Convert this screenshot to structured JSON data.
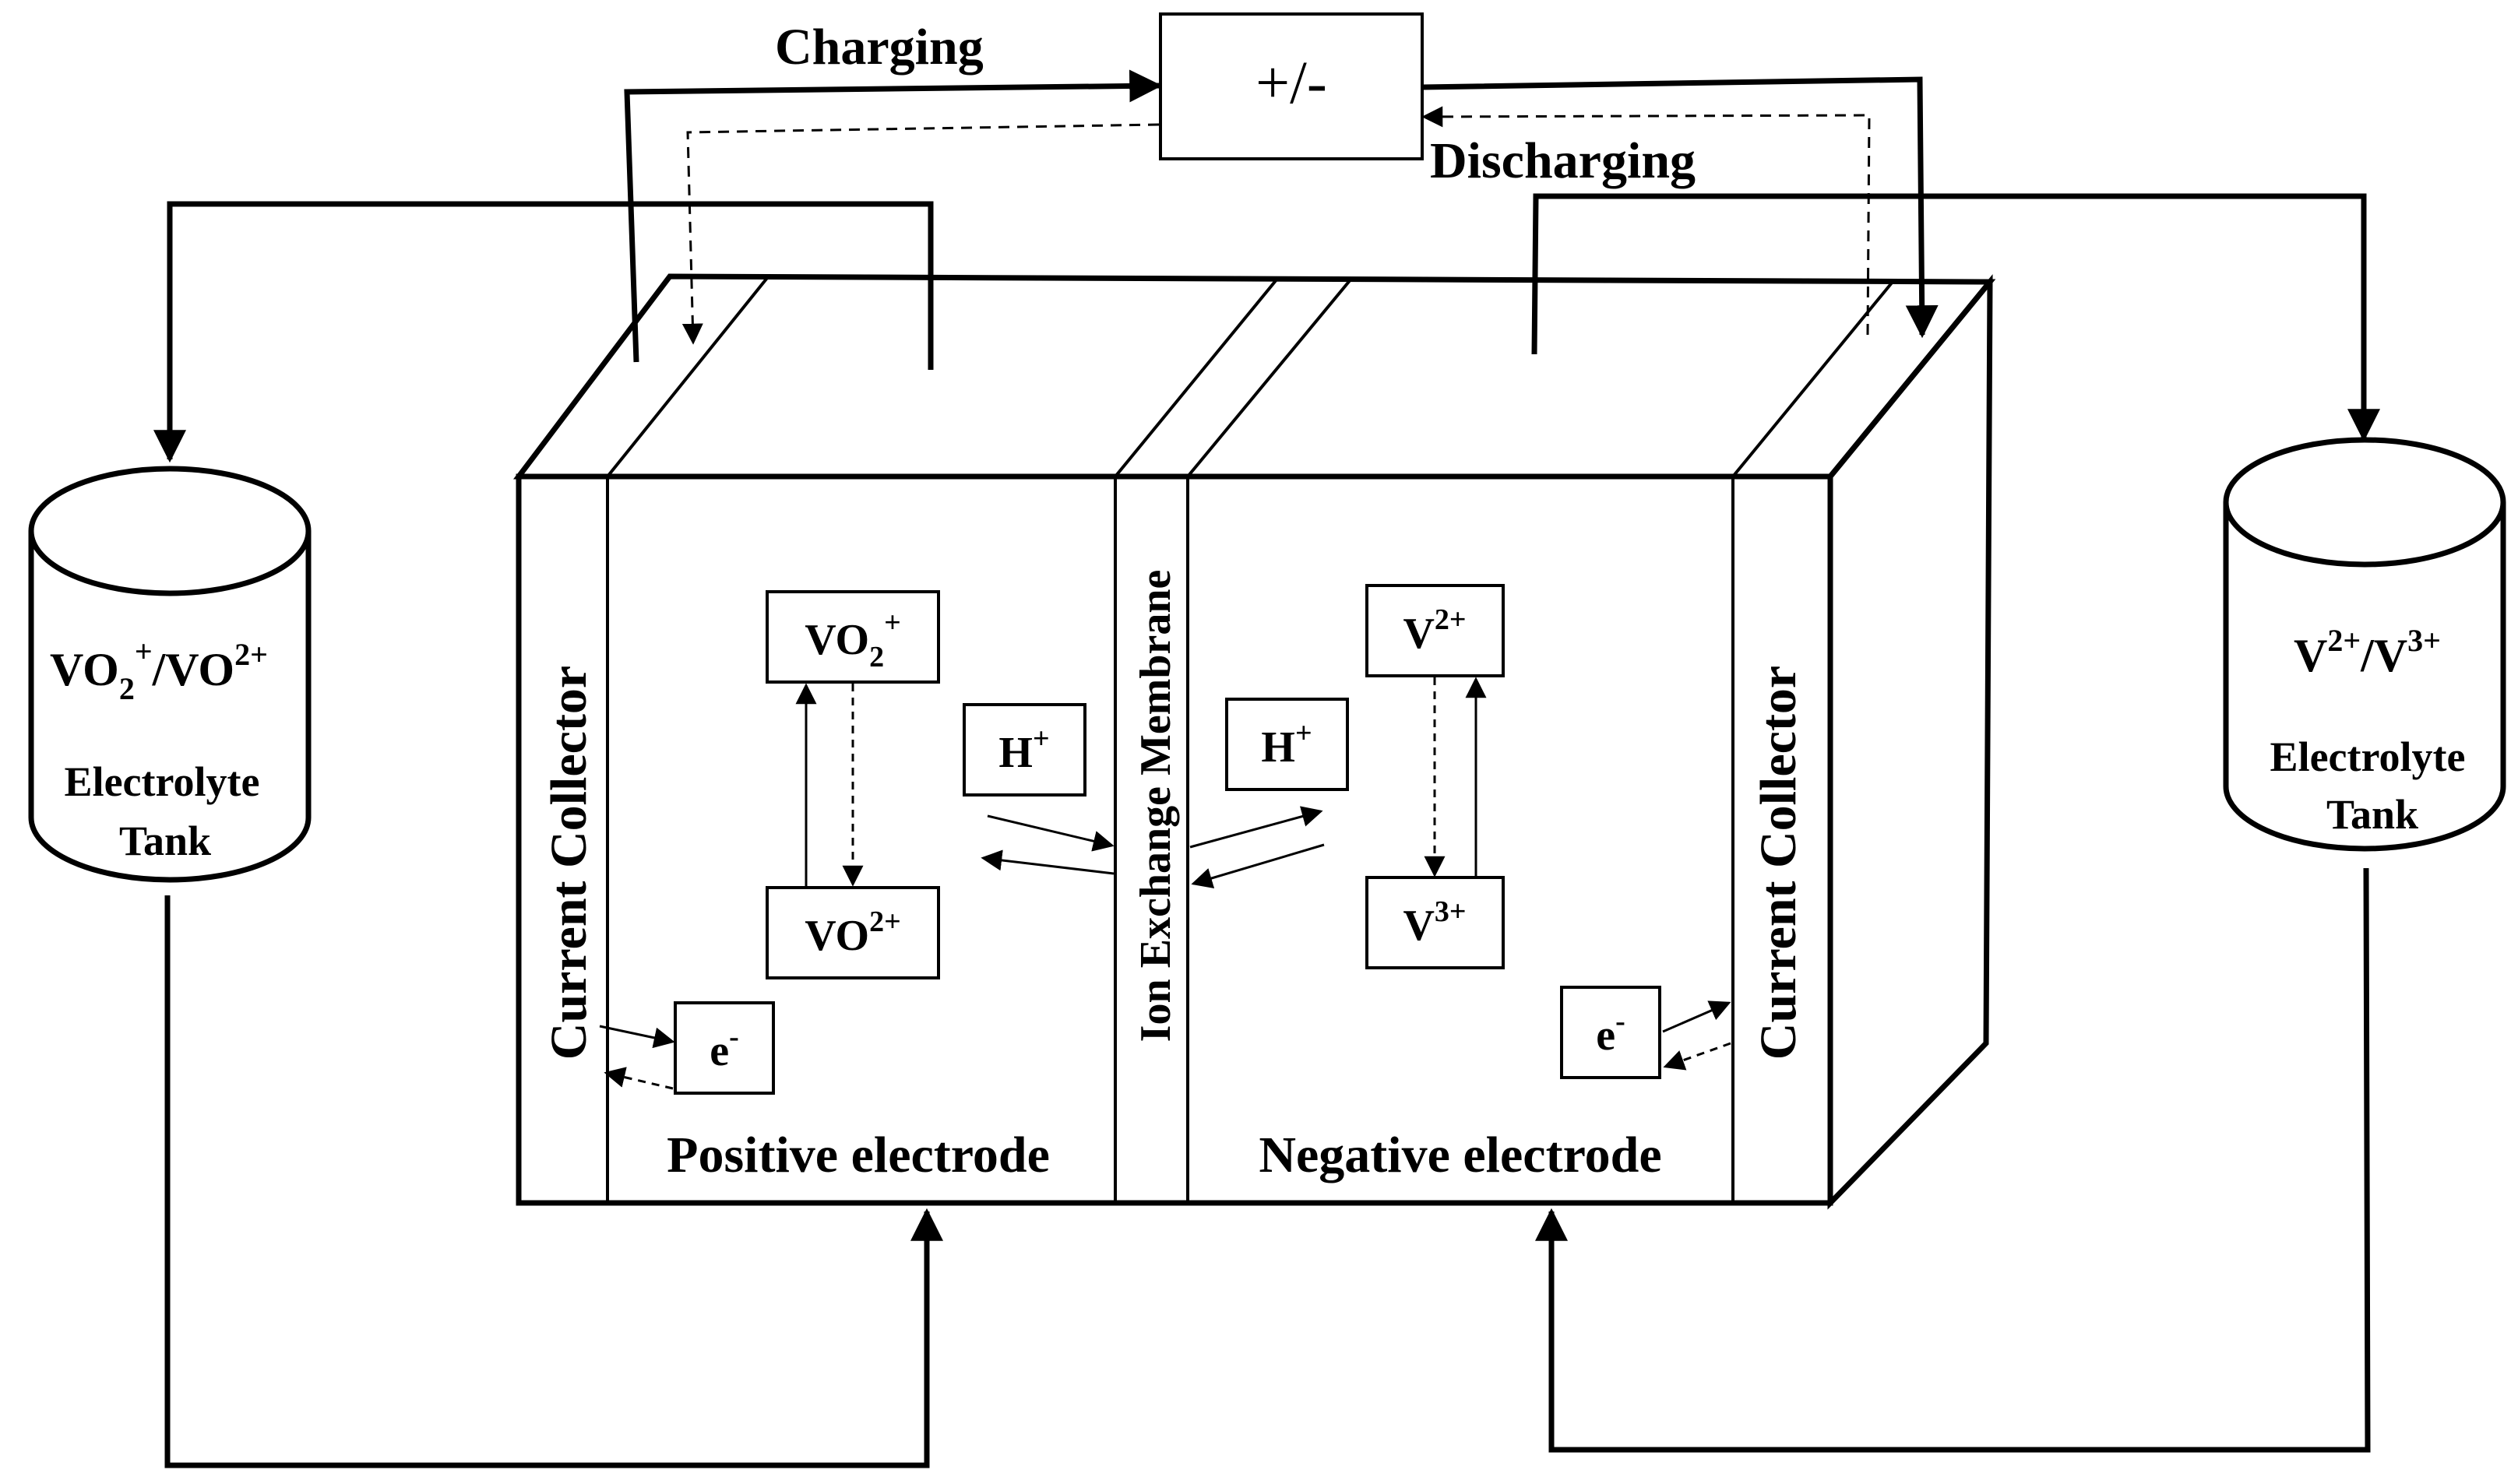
{
  "power_source": {
    "label": "+/-"
  },
  "flow_labels": {
    "charging": "Charging",
    "discharging": "Discharging"
  },
  "left_tank": {
    "species_main": "VO",
    "species_sub": "2",
    "species_sup": "+",
    "species_sep": "/VO",
    "species_sup2": "2+",
    "line1": "Electrolyte",
    "line2": "Tank"
  },
  "right_tank": {
    "a": "V",
    "a_sup": "2+",
    "sep": "/V",
    "b_sup": "3+",
    "line1": "Electrolyte",
    "line2": "Tank"
  },
  "cell": {
    "left_collector": "Current Collector",
    "right_collector": "Current Collector",
    "membrane": "Ion Exchange Membrane",
    "positive_label": "Positive electrode",
    "negative_label": "Negative electrode"
  },
  "species": {
    "vo2plus": {
      "main": "VO",
      "sub": "2",
      "sup": "+"
    },
    "vo2plus2": {
      "main": "VO",
      "sup": "2+"
    },
    "h_left": {
      "main": "H",
      "sup": "+"
    },
    "h_right": {
      "main": "H",
      "sup": "+"
    },
    "v2": {
      "main": "V",
      "sup": "2+"
    },
    "v3": {
      "main": "V",
      "sup": "3+"
    },
    "e_left": {
      "main": "e",
      "sup": "-"
    },
    "e_right": {
      "main": "e",
      "sup": "-"
    }
  }
}
